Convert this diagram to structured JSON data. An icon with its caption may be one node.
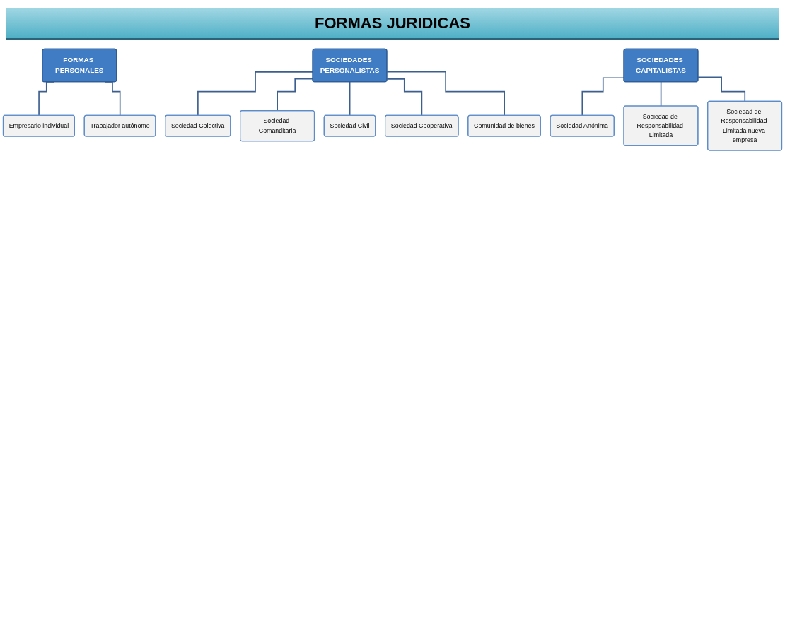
{
  "diagram": {
    "title": "FORMAS JURIDICAS",
    "nodes": [
      {
        "text": [
          "FORMAS PERSONALES"
        ]
      },
      {
        "text": [
          "Empresario individual"
        ]
      },
      {
        "text": [
          "Trabajador autónomo"
        ]
      },
      {
        "text": [
          "SOCIEDADES PERSONALISTAS"
        ]
      },
      {
        "text": [
          "Sociedad Colectiva"
        ]
      },
      {
        "text": [
          "Sociedad Comanditaria"
        ]
      },
      {
        "text": [
          "Sociedad Civil"
        ]
      },
      {
        "text": [
          "Sociedad Cooperativa"
        ]
      },
      {
        "text": [
          "Comunidad de bienes"
        ]
      },
      {
        "text": [
          "SOCIEDADES CAPITALISTAS"
        ]
      },
      {
        "text": [
          "Sociedad Anónima"
        ]
      },
      {
        "text": [
          "Sociedad de Responsabilidad Limitada"
        ]
      },
      {
        "text": [
          "Sociedad de Responsabilidad Limitada nueva empresa"
        ]
      }
    ],
    "edges": [
      {
        "from": 0,
        "to": 1,
        "arrow": "none"
      },
      {
        "from": 0,
        "to": 2,
        "arrow": "none"
      },
      {
        "from": 3,
        "to": 4,
        "arrow": "none"
      },
      {
        "from": 3,
        "to": 5,
        "arrow": "none"
      },
      {
        "from": 3,
        "to": 6,
        "arrow": "none"
      },
      {
        "from": 3,
        "to": 7,
        "arrow": "none"
      },
      {
        "from": 3,
        "to": 8,
        "arrow": "none"
      },
      {
        "from": 9,
        "to": 10,
        "arrow": "none"
      },
      {
        "from": 9,
        "to": 11,
        "arrow": "none"
      },
      {
        "from": 9,
        "to": 12,
        "arrow": "none"
      }
    ]
  }
}
